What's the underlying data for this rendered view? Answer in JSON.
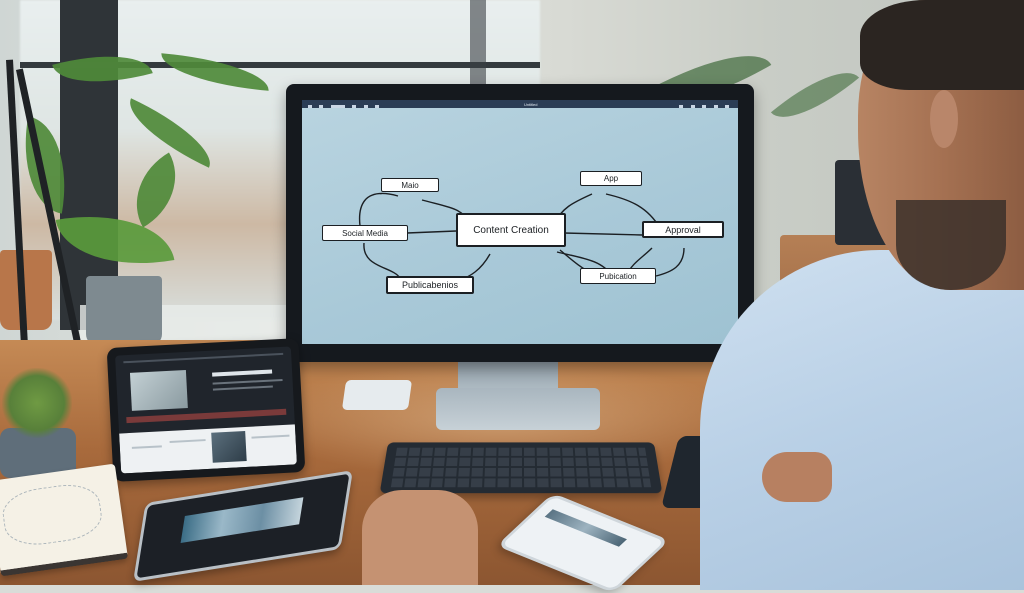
{
  "scene": {
    "description": "Person at a wooden desk viewing a content workflow flowchart on a monitor, with tablets, phone, keyboard and coffee",
    "colors": {
      "screen_bg": "#a9c9d8",
      "node_fill": "#ffffff",
      "node_border": "#1b1f23",
      "titlebar": "#2b3d55",
      "desk": "#a86a3c",
      "shirt": "#b9d0e6"
    }
  },
  "monitor": {
    "titlebar": {
      "title": "Untitled",
      "icons": [
        "app-icon",
        "file-icon",
        "doc-icon",
        "pen-icon",
        "chart-icon",
        "settings-icon"
      ]
    },
    "diagram": {
      "nodes": [
        {
          "id": "maio",
          "label": "Maio"
        },
        {
          "id": "social_media",
          "label": "Social Media"
        },
        {
          "id": "publicabenios",
          "label": "Publicabenios"
        },
        {
          "id": "content_creation",
          "label": "Content Creation"
        },
        {
          "id": "app",
          "label": "App"
        },
        {
          "id": "approval",
          "label": "Approval"
        },
        {
          "id": "pubication",
          "label": "Pubication"
        }
      ],
      "edges": [
        [
          "social_media",
          "maio"
        ],
        [
          "maio",
          "content_creation"
        ],
        [
          "social_media",
          "content_creation"
        ],
        [
          "social_media",
          "publicabenios"
        ],
        [
          "publicabenios",
          "content_creation"
        ],
        [
          "content_creation",
          "app"
        ],
        [
          "app",
          "approval"
        ],
        [
          "content_creation",
          "approval"
        ],
        [
          "content_creation",
          "pubication"
        ],
        [
          "approval",
          "pubication"
        ]
      ]
    }
  },
  "devices": {
    "tablet": {
      "content": "video-editing-app"
    },
    "flat_tablet": {
      "content": "media-gallery"
    },
    "phone": {
      "content": "article-feed"
    }
  }
}
